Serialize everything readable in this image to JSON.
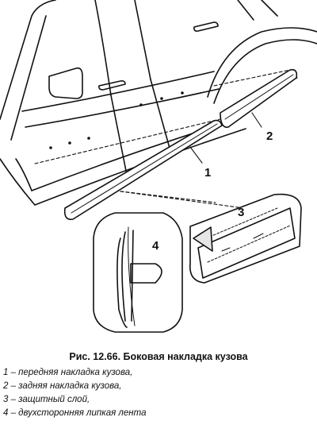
{
  "figure": {
    "callouts": [
      "1",
      "2",
      "3",
      "4"
    ],
    "caption": "Рис. 12.66. Боковая накладка кузова",
    "legend": [
      "1 – передняя накладка кузова,",
      "2 – задняя накладка кузова,",
      "3 – защитный слой,",
      "4 – двухсторонняя липкая лента"
    ]
  }
}
